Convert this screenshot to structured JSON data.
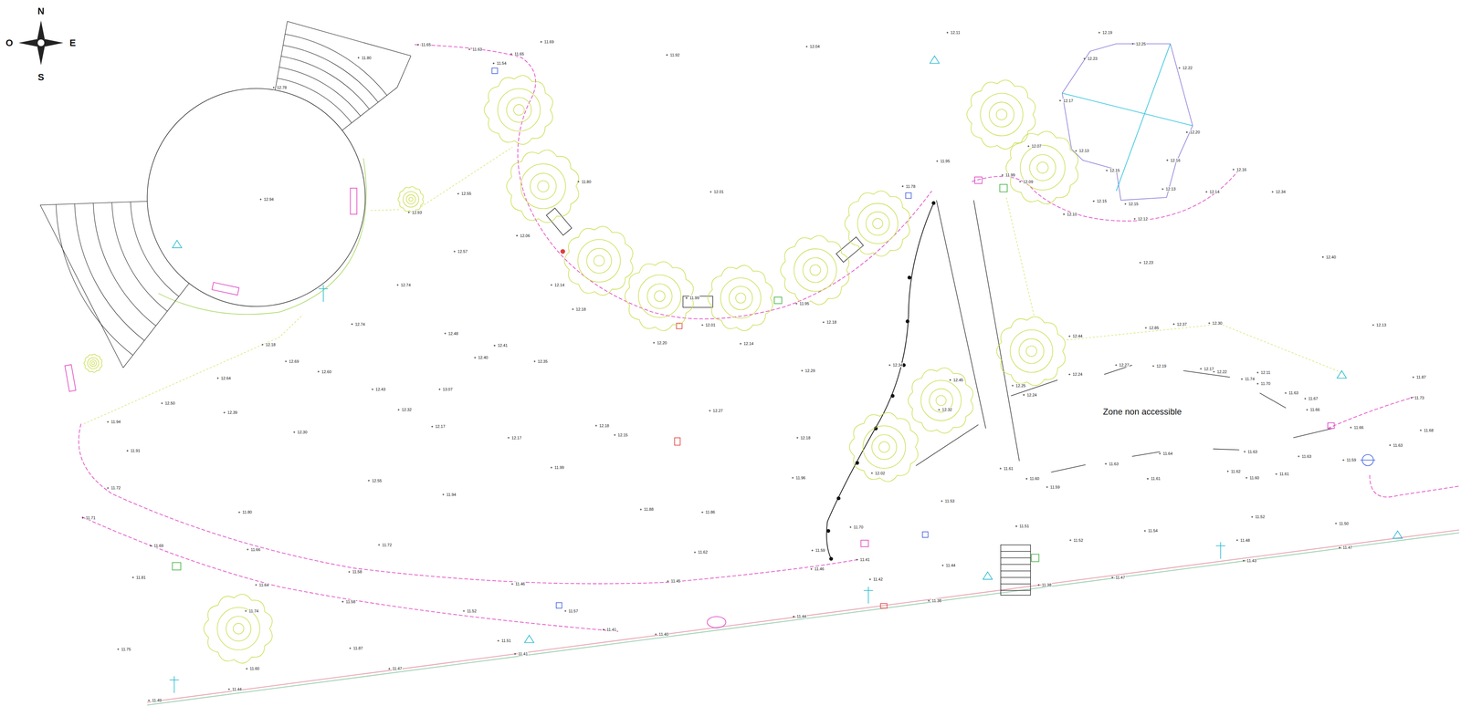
{
  "diagram": {
    "labels": [
      "N",
      "O",
      "E",
      "S",
      "Zone non accessible",
      "11.80",
      "12.78",
      "12.94",
      "12.55",
      "12.93",
      "11.65",
      "11.63",
      "11.65",
      "11.69",
      "11.92",
      "12.04",
      "12.11",
      "12.19",
      "11.54",
      "11.80",
      "12.01",
      "12.06",
      "12.57",
      "12.74",
      "12.14",
      "12.18",
      "12.74",
      "12.48",
      "12.41",
      "12.40",
      "12.35",
      "12.69",
      "12.60",
      "12.18",
      "12.64",
      "12.50",
      "12.39",
      "11.94",
      "11.91",
      "12.43",
      "13.07",
      "12.32",
      "12.17",
      "12.30",
      "12.17",
      "12.18",
      "12.15",
      "12.20",
      "12.14",
      "12.01",
      "11.99",
      "12.18",
      "11.95",
      "12.29",
      "12.27",
      "12.18",
      "11.99",
      "11.96",
      "12.55",
      "11.94",
      "11.80",
      "11.88",
      "11.86",
      "11.72",
      "11.66",
      "11.62",
      "11.58",
      "11.46",
      "11.45",
      "11.59",
      "11.46",
      "11.41",
      "11.70",
      "11.42",
      "11.53",
      "11.44",
      "11.38",
      "11.51",
      "11.52",
      "11.54",
      "11.52",
      "11.50",
      "11.48",
      "11.43",
      "11.47",
      "11.47",
      "11.38",
      "11.44",
      "11.40",
      "11.41",
      "11.51",
      "11.52",
      "11.41",
      "11.58",
      "11.64",
      "11.69",
      "11.71",
      "11.72",
      "11.81",
      "11.74",
      "11.60",
      "11.87",
      "11.75",
      "11.47",
      "11.44",
      "11.49",
      "11.57",
      "11.95",
      "11.78",
      "12.07",
      "11.99",
      "12.09",
      "12.10",
      "12.12",
      "12.14",
      "12.16",
      "12.34",
      "12.15",
      "12.15",
      "12.23",
      "12.40",
      "12.13",
      "12.44",
      "12.85",
      "12.37",
      "12.30",
      "12.24",
      "12.27",
      "12.19",
      "12.17",
      "12.22",
      "12.11",
      "11.74",
      "11.70",
      "11.63",
      "11.67",
      "11.66",
      "11.87",
      "11.73",
      "11.66",
      "11.68",
      "11.63",
      "11.59",
      "11.63",
      "11.61",
      "11.60",
      "11.62",
      "11.63",
      "11.64",
      "11.63",
      "11.61",
      "11.61",
      "11.60",
      "11.59",
      "12.25",
      "12.24",
      "12.45",
      "12.34",
      "12.32",
      "12.02",
      "12.25",
      "12.23",
      "12.22",
      "12.17",
      "12.20",
      "12.13",
      "12.16",
      "12.15",
      "12.13"
    ]
  }
}
